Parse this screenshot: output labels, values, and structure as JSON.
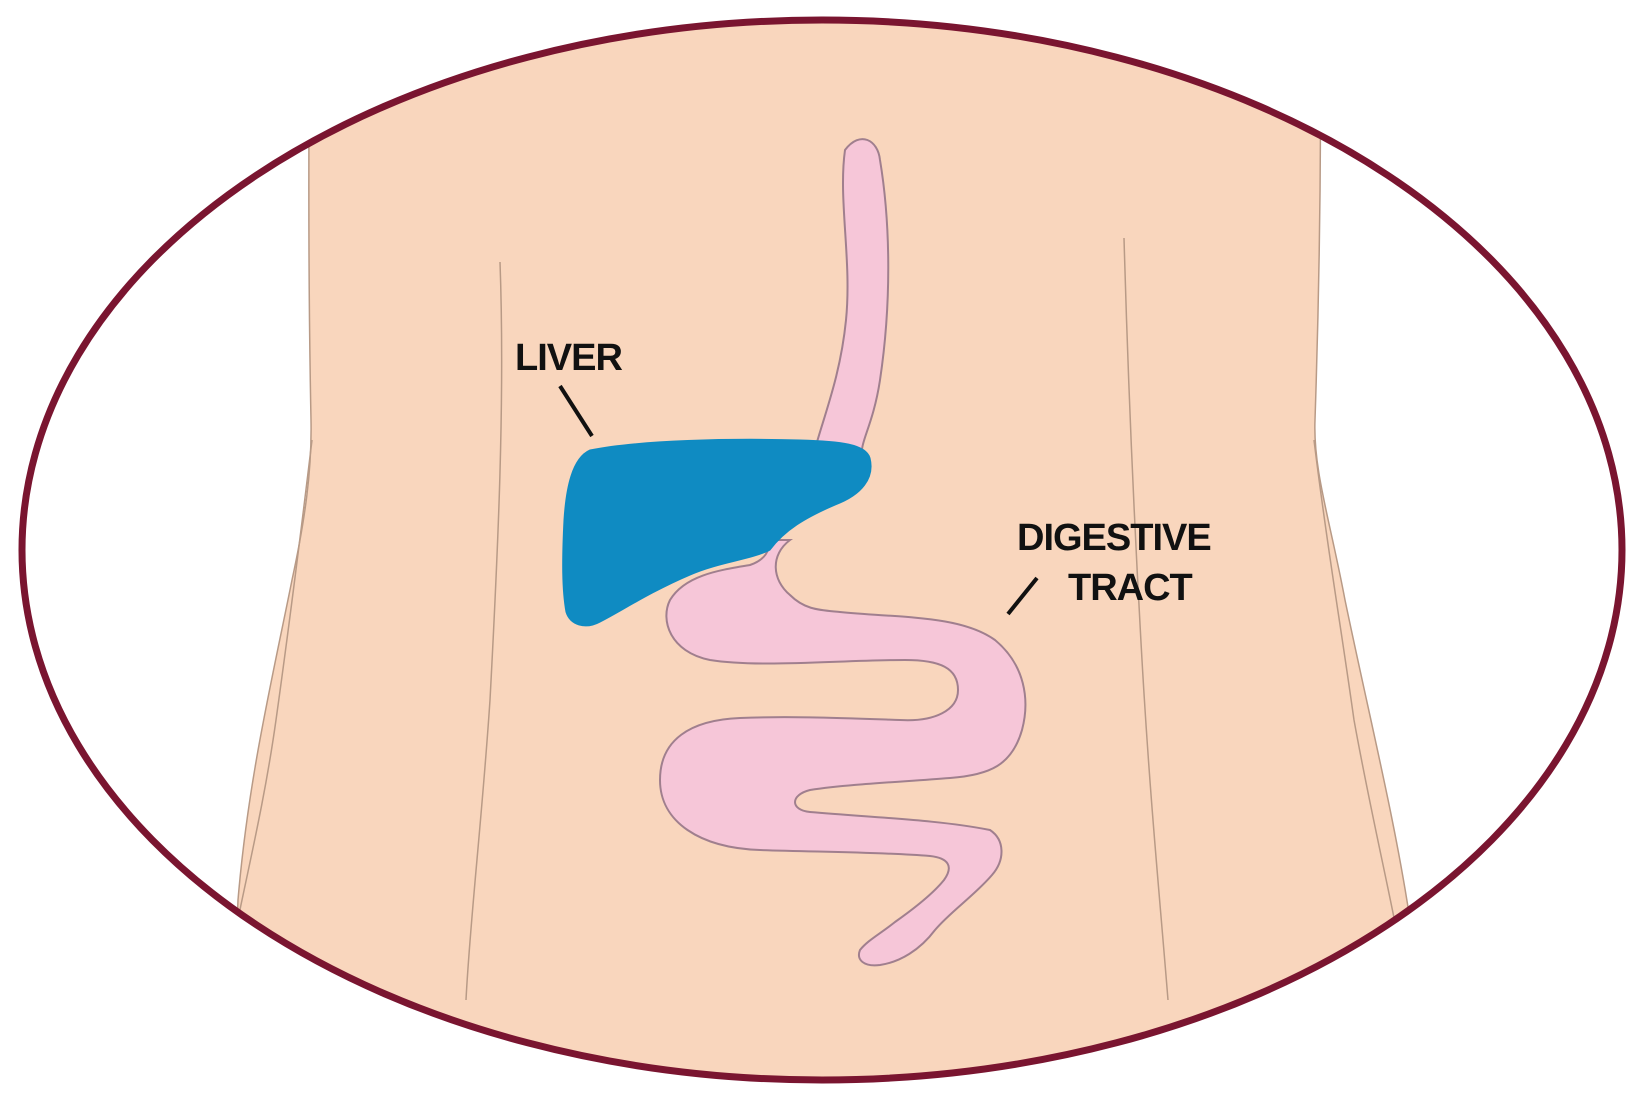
{
  "labels": {
    "liver": "LIVER",
    "digestive_line1": "DIGESTIVE",
    "digestive_line2": "TRACT"
  },
  "colors": {
    "frame": "#7a1530",
    "skin": "#f9d6bd",
    "skin_outline": "#b89a86",
    "liver": "#0f8bc2",
    "intestine": "#f6c6d8",
    "intestine_outline": "#a07f8e",
    "text": "#111111",
    "background": "#ffffff"
  }
}
